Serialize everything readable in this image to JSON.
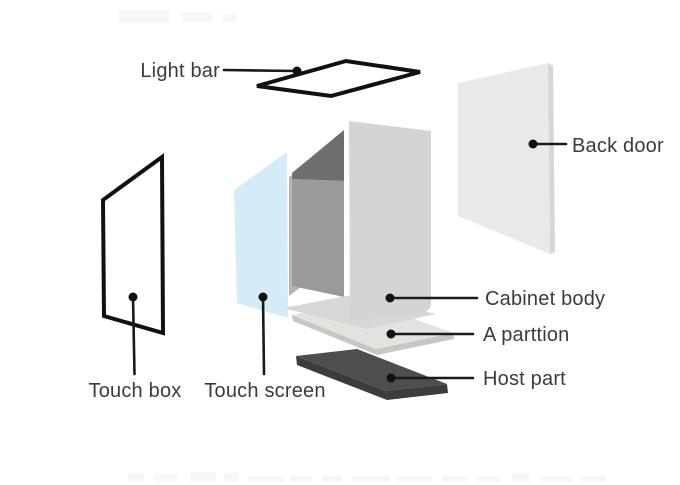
{
  "parts": {
    "light_bar": {
      "label": "Light bar"
    },
    "back_door": {
      "label": "Back door"
    },
    "touch_box": {
      "label": "Touch box"
    },
    "touch_screen": {
      "label": "Touch screen"
    },
    "cabinet_body": {
      "label": "Cabinet body"
    },
    "partition": {
      "label": "A parttion"
    },
    "host_part": {
      "label": "Host part"
    }
  },
  "colors": {
    "background": "#ffffff",
    "leader_line": "#1a1a1a",
    "label_text": "#3b3b3b",
    "wireframe_stroke": "#111111",
    "back_door_fill": "#e9e9e8",
    "back_door_edge": "#d6d6d5",
    "cabinet_side_fill": "#d4d4d4",
    "cabinet_interior_dark": "#6e6e6e",
    "cabinet_interior_mid": "#9a9a9a",
    "cabinet_left_wall": "#b5b5b5",
    "cabinet_foot_fill": "#d7d7d5",
    "partition_fill": "#e2e2df",
    "partition_edge": "#c6c6c3",
    "host_top_fill": "#4e4e4e",
    "host_edge_fill": "#3c3c3c",
    "touch_screen_fill": "#cde6f7"
  }
}
